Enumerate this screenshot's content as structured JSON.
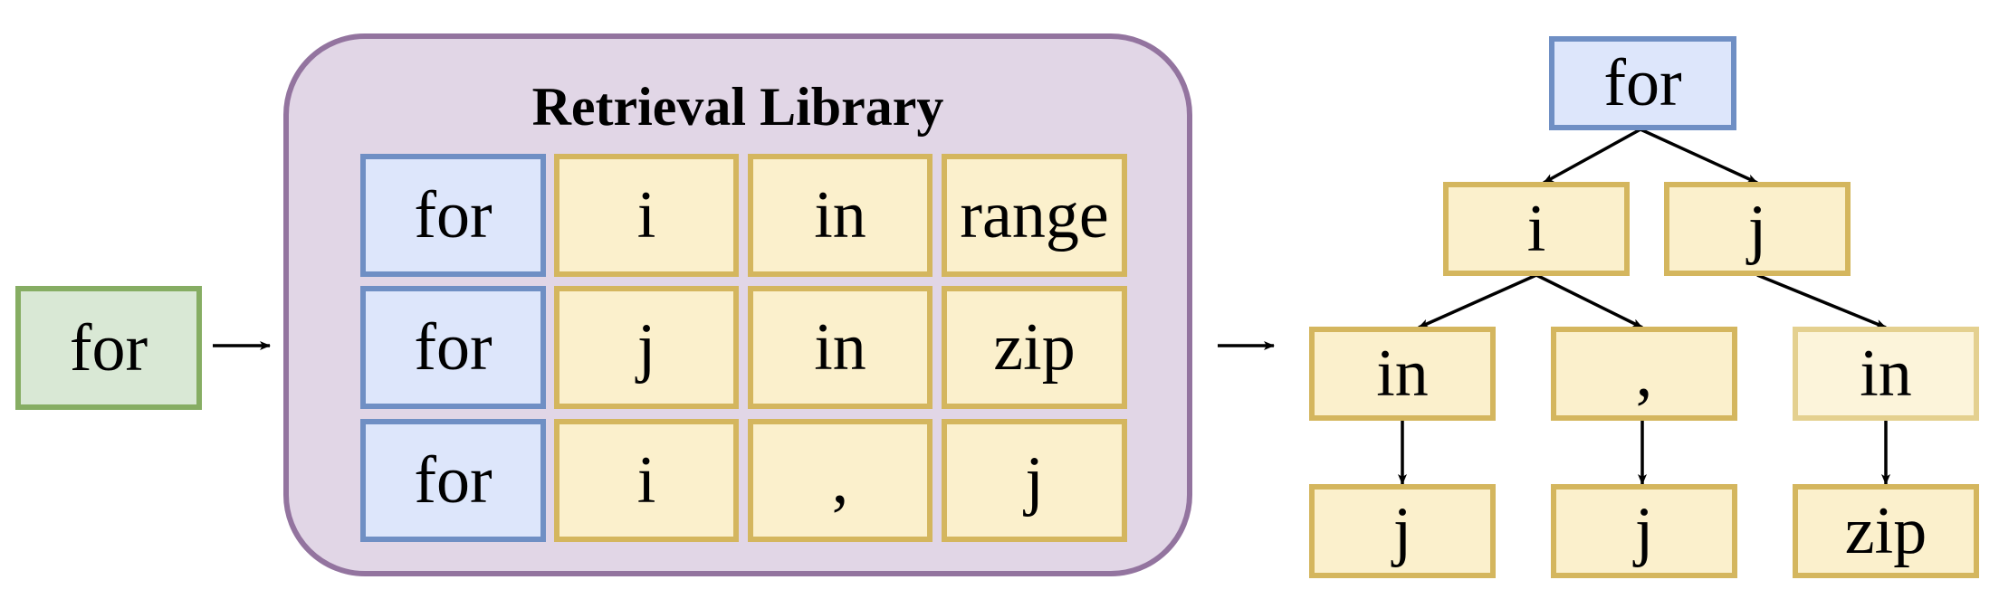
{
  "input_token": "for",
  "library": {
    "title": "Retrieval Library",
    "rows": [
      [
        "for",
        "i",
        "in",
        "range"
      ],
      [
        "for",
        "j",
        "in",
        "zip"
      ],
      [
        "for",
        "i",
        ",",
        "j"
      ]
    ]
  },
  "tree": {
    "root": "for",
    "level1": [
      "i",
      "j"
    ],
    "level2": [
      "in",
      ",",
      "in"
    ],
    "level3": [
      "j",
      "j",
      "zip"
    ]
  },
  "colors": {
    "query_fill": "#d9e8d5",
    "key_fill": "#dde6fb",
    "value_fill": "#fbf0cc",
    "library_fill": "#e1d6e6"
  }
}
